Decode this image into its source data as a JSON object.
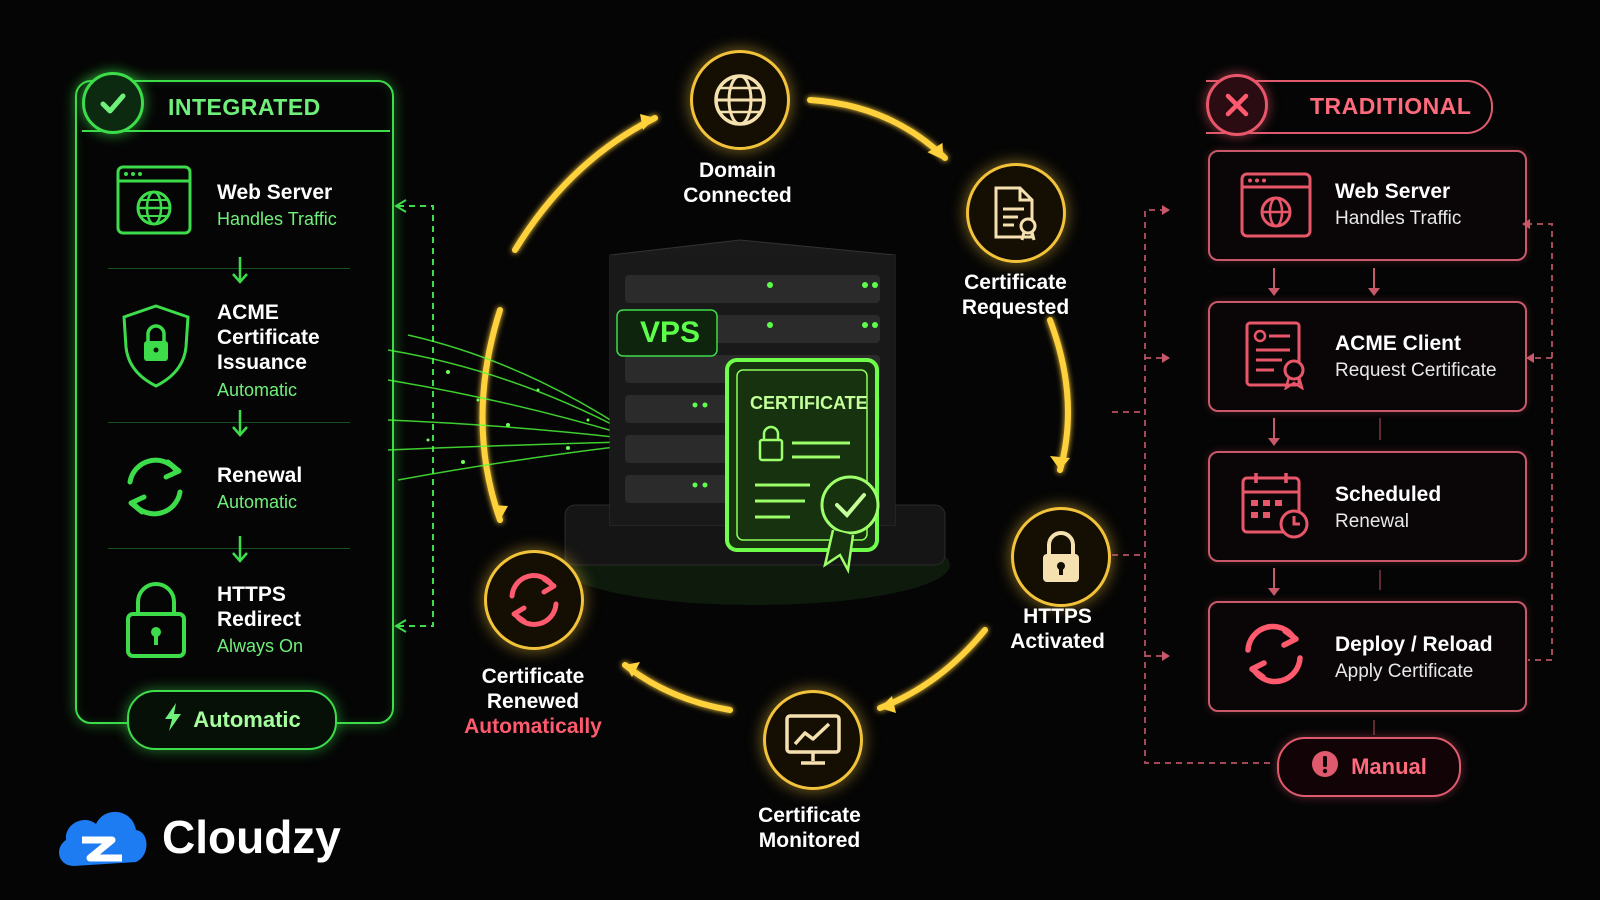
{
  "integrated": {
    "title": "INTEGRATED",
    "steps": [
      {
        "title": "Web Server",
        "sub": "Handles Traffic",
        "icon": "browser-globe-icon"
      },
      {
        "title": "ACME Certificate Issuance",
        "sub": "Automatic",
        "icon": "shield-lock-icon"
      },
      {
        "title": "Renewal",
        "sub": "Automatic",
        "icon": "refresh-icon"
      },
      {
        "title": "HTTPS Redirect",
        "sub": "Always On",
        "icon": "padlock-icon"
      }
    ],
    "badge": "Automatic"
  },
  "traditional": {
    "title": "TRADITIONAL",
    "steps": [
      {
        "title": "Web Server",
        "sub": "Handles Traffic",
        "icon": "browser-globe-icon"
      },
      {
        "title": "ACME Client",
        "sub": "Request Certificate",
        "icon": "document-badge-icon"
      },
      {
        "title": "Scheduled",
        "sub": "Renewal",
        "icon": "calendar-clock-icon"
      },
      {
        "title": "Deploy / Reload",
        "sub": "Apply Certificate",
        "icon": "refresh-icon"
      }
    ],
    "badge": "Manual"
  },
  "cycle": {
    "nodes": [
      {
        "line1": "Domain",
        "line2": "Connected",
        "icon": "globe-icon"
      },
      {
        "line1": "Certificate",
        "line2": "Requested",
        "icon": "certificate-document-icon"
      },
      {
        "line1": "HTTPS",
        "line2": "Activated",
        "icon": "padlock-icon"
      },
      {
        "line1": "Certificate",
        "line2": "Monitored",
        "icon": "monitor-chart-icon"
      },
      {
        "line1": "Certificate",
        "line2": "Renewed",
        "line3": "Automatically",
        "icon": "refresh-icon"
      }
    ]
  },
  "server": {
    "label": "VPS",
    "certificate_label": "CERTIFICATE"
  },
  "brand": {
    "name": "Cloudzy"
  },
  "colors": {
    "green": "#3ddc4a",
    "red": "#e05a6d",
    "gold": "#f2c33a"
  }
}
